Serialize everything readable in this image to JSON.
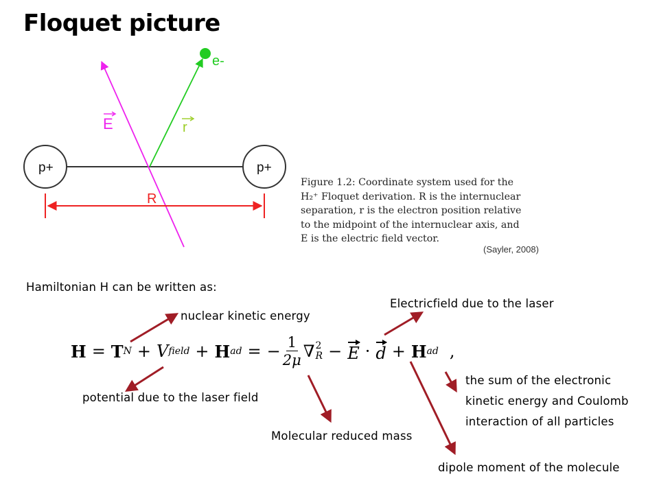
{
  "title": "Floquet picture",
  "diagram": {
    "electron_label": "e-",
    "proton_left_label": "p+",
    "proton_right_label": "p+",
    "field_label": "E",
    "position_label": "r",
    "separation_label": "R",
    "colors": {
      "field_vector": "#ee22ee",
      "position_vector": "#22cc22",
      "separation_arrow": "#ee2222",
      "bond_line": "#333333"
    }
  },
  "caption": {
    "lines": [
      "Figure 1.2:  Coordinate system used for the",
      "H₂⁺ Floquet derivation.  R is the internuclear",
      "separation, r is the electron position relative",
      "to the midpoint of the internuclear axis, and",
      "E is the electric field vector."
    ],
    "citation": "(Sayler, 2008)"
  },
  "text": {
    "intro": "Hamiltonian H can be written as:",
    "electricfield": "Electricfield due to the laser",
    "nuclear_ke": "nuclear kinetic energy",
    "potential": "potential due to the laser field",
    "reduced_mass": "Molecular reduced mass",
    "sum_line1": "the sum of the electronic",
    "sum_line2": "kinetic energy and Coulomb",
    "sum_line3": "interaction of all particles",
    "dipole": "dipole moment of the molecule"
  },
  "equation": {
    "H": "H",
    "eq": "=",
    "T": "T",
    "T_sub": "N",
    "plus": "+",
    "V": "V",
    "V_sub": "field",
    "Had": "H",
    "Had_sub": "ad",
    "minus": "−",
    "frac_num": "1",
    "frac_den": "2μ",
    "nabla": "∇",
    "nabla_sup": "2",
    "nabla_sub": "R",
    "E": "E",
    "dot": "·",
    "d": "d",
    "comma": ","
  },
  "annotation_arrow_color": "#a01d26"
}
